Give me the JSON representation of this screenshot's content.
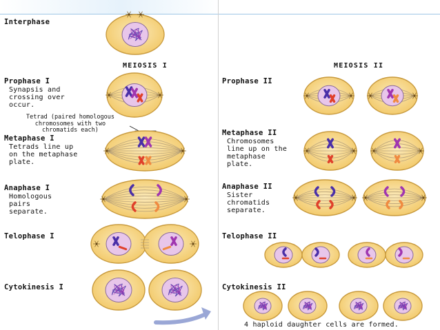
{
  "headers": {
    "meiosis1": "MEIOSIS I",
    "meiosis2": "MEIOSIS II"
  },
  "stages": {
    "interphase": {
      "title": "Interphase"
    },
    "prophase1": {
      "title": "Prophase I",
      "desc": "Synapsis and\ncrossing over\noccur."
    },
    "metaphase1": {
      "title": "Metaphase I",
      "desc": "Tetrads line up\non the metaphase\nplate."
    },
    "anaphase1": {
      "title": "Anaphase I",
      "desc": "Homologous\npairs\nseparate."
    },
    "telophase1": {
      "title": "Telophase I"
    },
    "cytokinesis1": {
      "title": "Cytokinesis I"
    },
    "prophase2": {
      "title": "Prophase II"
    },
    "metaphase2": {
      "title": "Metaphase II",
      "desc": "Chromosomes\nline up on the\nmetaphase\nplate."
    },
    "anaphase2": {
      "title": "Anaphase II",
      "desc": "Sister\nchromatids\nseparate."
    },
    "telophase2": {
      "title": "Telophase II"
    },
    "cytokinesis2": {
      "title": "Cytokinesis II"
    }
  },
  "tetrad_note": "Tetrad (paired homologous\nchromosomes with two\nchromatids each)",
  "final_note": "4 haploid daughter cells are formed.",
  "colors": {
    "cytoplasm": "#f5d27c",
    "membrane": "#c89a3e",
    "nucleus": "#e8c6ea",
    "chrom_blue": "#4a2fa8",
    "chrom_purple": "#a035b0",
    "chrom_red": "#e0402a",
    "spindle": "#b8a27a",
    "arrow": "#9aa7d6"
  }
}
